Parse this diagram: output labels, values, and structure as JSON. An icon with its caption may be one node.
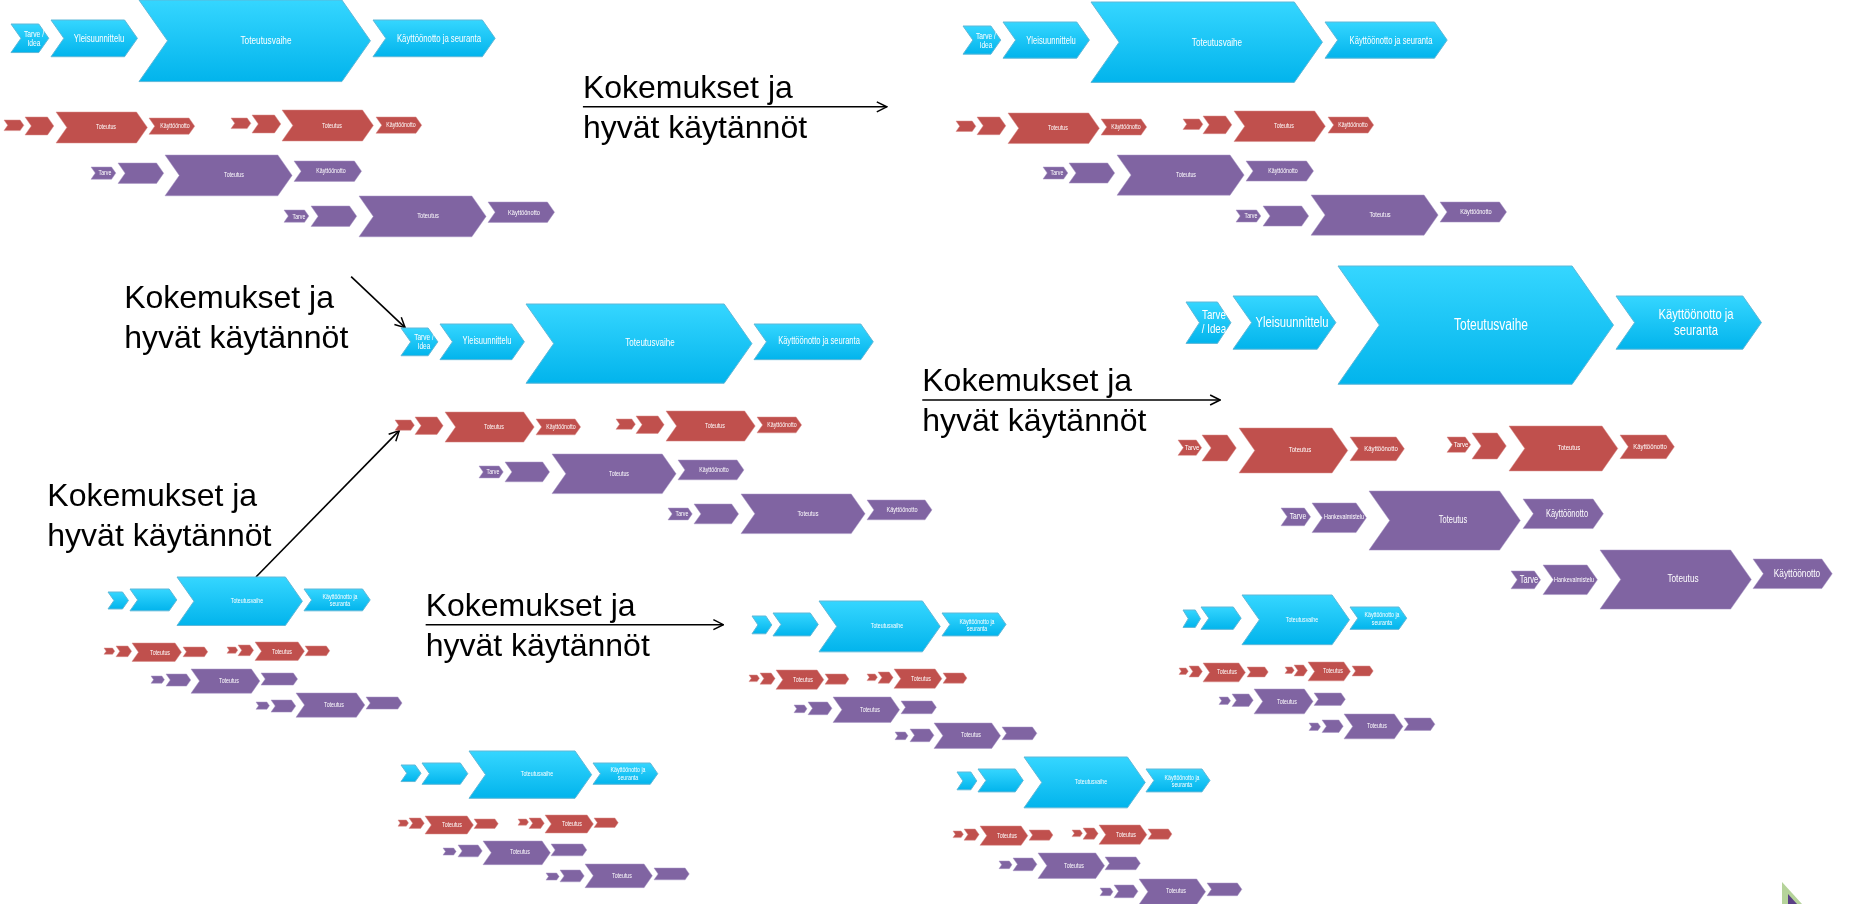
{
  "diagram": {
    "nodes": [
      {
        "text": [
          "Tarve / Idea"
        ]
      },
      {
        "text": [
          "Yleisuunnittelu"
        ]
      },
      {
        "text": [
          "Toteutusvaihe"
        ]
      },
      {
        "text": [
          "Käyttöönotto ja seuranta"
        ]
      },
      {
        "text": [],
        "shape": "chevron"
      },
      {
        "text": [],
        "shape": "chevron"
      },
      {
        "text": [
          "Toteutus"
        ]
      },
      {
        "text": [
          "Käyttöönotto"
        ]
      },
      {
        "text": [],
        "shape": "chevron"
      },
      {
        "text": [],
        "shape": "chevron"
      },
      {
        "text": [
          "Toteutus"
        ]
      },
      {
        "text": [
          "Käyttöönotto"
        ]
      },
      {
        "text": [
          "Tarve"
        ]
      },
      {
        "text": [],
        "shape": "chevron"
      },
      {
        "text": [
          "Toteutus"
        ]
      },
      {
        "text": [
          "Käyttöönotto"
        ]
      },
      {
        "text": [
          "Tarve"
        ]
      },
      {
        "text": [],
        "shape": "chevron"
      },
      {
        "text": [
          "Toteutus"
        ]
      },
      {
        "text": [
          "Käyttöönotto"
        ]
      },
      {
        "text": [
          "Tarve / Idea"
        ]
      },
      {
        "text": [
          "Yleisuunnittelu"
        ]
      },
      {
        "text": [
          "Toteutusvaihe"
        ]
      },
      {
        "text": [
          "Käyttöönotto ja seuranta"
        ]
      },
      {
        "text": [],
        "shape": "chevron"
      },
      {
        "text": [],
        "shape": "chevron"
      },
      {
        "text": [
          "Toteutus"
        ]
      },
      {
        "text": [
          "Käyttöönotto"
        ]
      },
      {
        "text": [],
        "shape": "chevron"
      },
      {
        "text": [],
        "shape": "chevron"
      },
      {
        "text": [
          "Toteutus"
        ]
      },
      {
        "text": [
          "Käyttöönotto"
        ]
      },
      {
        "text": [
          "Tarve"
        ]
      },
      {
        "text": [],
        "shape": "chevron"
      },
      {
        "text": [
          "Toteutus"
        ]
      },
      {
        "text": [
          "Käyttöönotto"
        ]
      },
      {
        "text": [
          "Tarve"
        ]
      },
      {
        "text": [],
        "shape": "chevron"
      },
      {
        "text": [
          "Toteutus"
        ]
      },
      {
        "text": [
          "Käyttöönotto"
        ]
      },
      {
        "text": [
          "Tarve / Idea"
        ]
      },
      {
        "text": [
          "Yleisuunnittelu"
        ]
      },
      {
        "text": [
          "Toteutusvaihe"
        ]
      },
      {
        "text": [
          "Käyttöönotto ja seuranta"
        ]
      },
      {
        "text": [],
        "shape": "chevron"
      },
      {
        "text": [],
        "shape": "chevron"
      },
      {
        "text": [
          "Toteutus"
        ]
      },
      {
        "text": [
          "Käyttöönotto"
        ]
      },
      {
        "text": [],
        "shape": "chevron"
      },
      {
        "text": [],
        "shape": "chevron"
      },
      {
        "text": [
          "Toteutus"
        ]
      },
      {
        "text": [
          "Käyttöönotto"
        ]
      },
      {
        "text": [
          "Tarve"
        ]
      },
      {
        "text": [],
        "shape": "chevron"
      },
      {
        "text": [
          "Toteutus"
        ]
      },
      {
        "text": [
          "Käyttöönotto"
        ]
      },
      {
        "text": [
          "Tarve"
        ]
      },
      {
        "text": [],
        "shape": "chevron"
      },
      {
        "text": [
          "Toteutus"
        ]
      },
      {
        "text": [
          "Käyttöönotto"
        ]
      },
      {
        "text": [
          "Tarve / Idea"
        ]
      },
      {
        "text": [
          "Yleisuunnittelu"
        ]
      },
      {
        "text": [
          "Toteutusvaihe"
        ]
      },
      {
        "text": [
          "Käyttöönotto ja seuranta"
        ]
      },
      {
        "text": [
          "Tarve"
        ]
      },
      {
        "text": [],
        "shape": "chevron"
      },
      {
        "text": [
          "Toteutus"
        ]
      },
      {
        "text": [
          "Käyttöönotto"
        ]
      },
      {
        "text": [
          "Tarve"
        ]
      },
      {
        "text": [],
        "shape": "chevron"
      },
      {
        "text": [
          "Toteutus"
        ]
      },
      {
        "text": [
          "Käyttöönotto"
        ]
      },
      {
        "text": [
          "Tarve"
        ]
      },
      {
        "text": [
          "Hankevalmistelu"
        ]
      },
      {
        "text": [
          "Toteutus"
        ]
      },
      {
        "text": [
          "Käyttöönotto"
        ]
      },
      {
        "text": [
          "Tarve"
        ]
      },
      {
        "text": [
          "Hankevalmistelu"
        ]
      },
      {
        "text": [
          "Toteutus"
        ]
      },
      {
        "text": [
          "Käyttöönotto"
        ]
      },
      {
        "text": [],
        "shape": "chevron"
      },
      {
        "text": [],
        "shape": "chevron"
      },
      {
        "text": [
          "Toteutusvaihe"
        ]
      },
      {
        "text": [
          "Käyttöönotto ja seuranta"
        ]
      },
      {
        "text": [],
        "shape": "chevron"
      },
      {
        "text": [],
        "shape": "chevron"
      },
      {
        "text": [
          "Toteutus"
        ]
      },
      {
        "text": [],
        "shape": "chevron"
      },
      {
        "text": [],
        "shape": "chevron"
      },
      {
        "text": [],
        "shape": "chevron"
      },
      {
        "text": [
          "Toteutus"
        ]
      },
      {
        "text": [],
        "shape": "chevron"
      },
      {
        "text": [],
        "shape": "chevron"
      },
      {
        "text": [],
        "shape": "chevron"
      },
      {
        "text": [
          "Toteutus"
        ]
      },
      {
        "text": [],
        "shape": "chevron"
      },
      {
        "text": [],
        "shape": "chevron"
      },
      {
        "text": [],
        "shape": "chevron"
      },
      {
        "text": [
          "Toteutus"
        ]
      },
      {
        "text": [],
        "shape": "chevron"
      },
      {
        "text": [],
        "shape": "chevron"
      },
      {
        "text": [],
        "shape": "chevron"
      },
      {
        "text": [
          "Toteutusvaihe"
        ]
      },
      {
        "text": [
          "Käyttöönotto ja seuranta"
        ]
      },
      {
        "text": [],
        "shape": "chevron"
      },
      {
        "text": [],
        "shape": "chevron"
      },
      {
        "text": [
          "Toteutus"
        ]
      },
      {
        "text": [],
        "shape": "chevron"
      },
      {
        "text": [],
        "shape": "chevron"
      },
      {
        "text": [],
        "shape": "chevron"
      },
      {
        "text": [
          "Toteutus"
        ]
      },
      {
        "text": [],
        "shape": "chevron"
      },
      {
        "text": [],
        "shape": "chevron"
      },
      {
        "text": [],
        "shape": "chevron"
      },
      {
        "text": [
          "Toteutus"
        ]
      },
      {
        "text": [],
        "shape": "chevron"
      },
      {
        "text": [],
        "shape": "chevron"
      },
      {
        "text": [],
        "shape": "chevron"
      },
      {
        "text": [
          "Toteutus"
        ]
      },
      {
        "text": [],
        "shape": "chevron"
      },
      {
        "text": [],
        "shape": "chevron"
      },
      {
        "text": [],
        "shape": "chevron"
      },
      {
        "text": [
          "Toteutusvaihe"
        ]
      },
      {
        "text": [
          "Käyttöönotto ja seuranta"
        ]
      },
      {
        "text": [],
        "shape": "chevron"
      },
      {
        "text": [],
        "shape": "chevron"
      },
      {
        "text": [
          "Toteutus"
        ]
      },
      {
        "text": [],
        "shape": "chevron"
      },
      {
        "text": [],
        "shape": "chevron"
      },
      {
        "text": [],
        "shape": "chevron"
      },
      {
        "text": [
          "Toteutus"
        ]
      },
      {
        "text": [],
        "shape": "chevron"
      },
      {
        "text": [],
        "shape": "chevron"
      },
      {
        "text": [],
        "shape": "chevron"
      },
      {
        "text": [
          "Toteutus"
        ]
      },
      {
        "text": [],
        "shape": "chevron"
      },
      {
        "text": [],
        "shape": "chevron"
      },
      {
        "text": [],
        "shape": "chevron"
      },
      {
        "text": [
          "Toteutus"
        ]
      },
      {
        "text": [],
        "shape": "chevron"
      },
      {
        "text": [],
        "shape": "chevron"
      },
      {
        "text": [],
        "shape": "chevron"
      },
      {
        "text": [
          "Toteutusvaihe"
        ]
      },
      {
        "text": [
          "Käyttöönotto ja seuranta"
        ]
      },
      {
        "text": [],
        "shape": "chevron"
      },
      {
        "text": [],
        "shape": "chevron"
      },
      {
        "text": [
          "Toteutus"
        ]
      },
      {
        "text": [],
        "shape": "chevron"
      },
      {
        "text": [],
        "shape": "chevron"
      },
      {
        "text": [],
        "shape": "chevron"
      },
      {
        "text": [
          "Toteutus"
        ]
      },
      {
        "text": [],
        "shape": "chevron"
      },
      {
        "text": [],
        "shape": "chevron"
      },
      {
        "text": [],
        "shape": "chevron"
      },
      {
        "text": [
          "Toteutus"
        ]
      },
      {
        "text": [],
        "shape": "chevron"
      },
      {
        "text": [],
        "shape": "chevron"
      },
      {
        "text": [],
        "shape": "chevron"
      },
      {
        "text": [
          "Toteutus"
        ]
      },
      {
        "text": [],
        "shape": "chevron"
      },
      {
        "text": [],
        "shape": "chevron"
      },
      {
        "text": [],
        "shape": "chevron"
      },
      {
        "text": [
          "Toteutusvaihe"
        ]
      },
      {
        "text": [
          "Käyttöönotto ja seuranta"
        ]
      },
      {
        "text": [],
        "shape": "chevron"
      },
      {
        "text": [],
        "shape": "chevron"
      },
      {
        "text": [
          "Toteutus"
        ]
      },
      {
        "text": [],
        "shape": "chevron"
      },
      {
        "text": [],
        "shape": "chevron"
      },
      {
        "text": [],
        "shape": "chevron"
      },
      {
        "text": [
          "Toteutus"
        ]
      },
      {
        "text": [],
        "shape": "chevron"
      },
      {
        "text": [],
        "shape": "chevron"
      },
      {
        "text": [],
        "shape": "chevron"
      },
      {
        "text": [
          "Toteutus"
        ]
      },
      {
        "text": [],
        "shape": "chevron"
      },
      {
        "text": [],
        "shape": "chevron"
      },
      {
        "text": [],
        "shape": "chevron"
      },
      {
        "text": [
          "Toteutus"
        ]
      },
      {
        "text": [],
        "shape": "chevron"
      },
      {
        "text": [
          "Kokemukset ja hyvät käytännöt"
        ]
      },
      {
        "text": [
          "Kokemukset ja hyvät käytännöt"
        ]
      },
      {
        "text": [
          "Kokemukset ja hyvät käytännöt"
        ]
      },
      {
        "text": [
          "Kokemukset ja hyvät käytännöt"
        ]
      }
    ],
    "edges": [
      {
        "from": 180,
        "to": null,
        "arrow": "to"
      },
      {
        "from": 181,
        "to": 40,
        "arrow": "to"
      },
      {
        "from": 82,
        "to": 44,
        "arrow": "to",
        "label": "Kokemukset ja hyvät käytännöt"
      },
      {
        "from": 182,
        "to": 66,
        "arrow": "to"
      },
      {
        "from": 183,
        "to": 100,
        "arrow": "to"
      }
    ]
  }
}
